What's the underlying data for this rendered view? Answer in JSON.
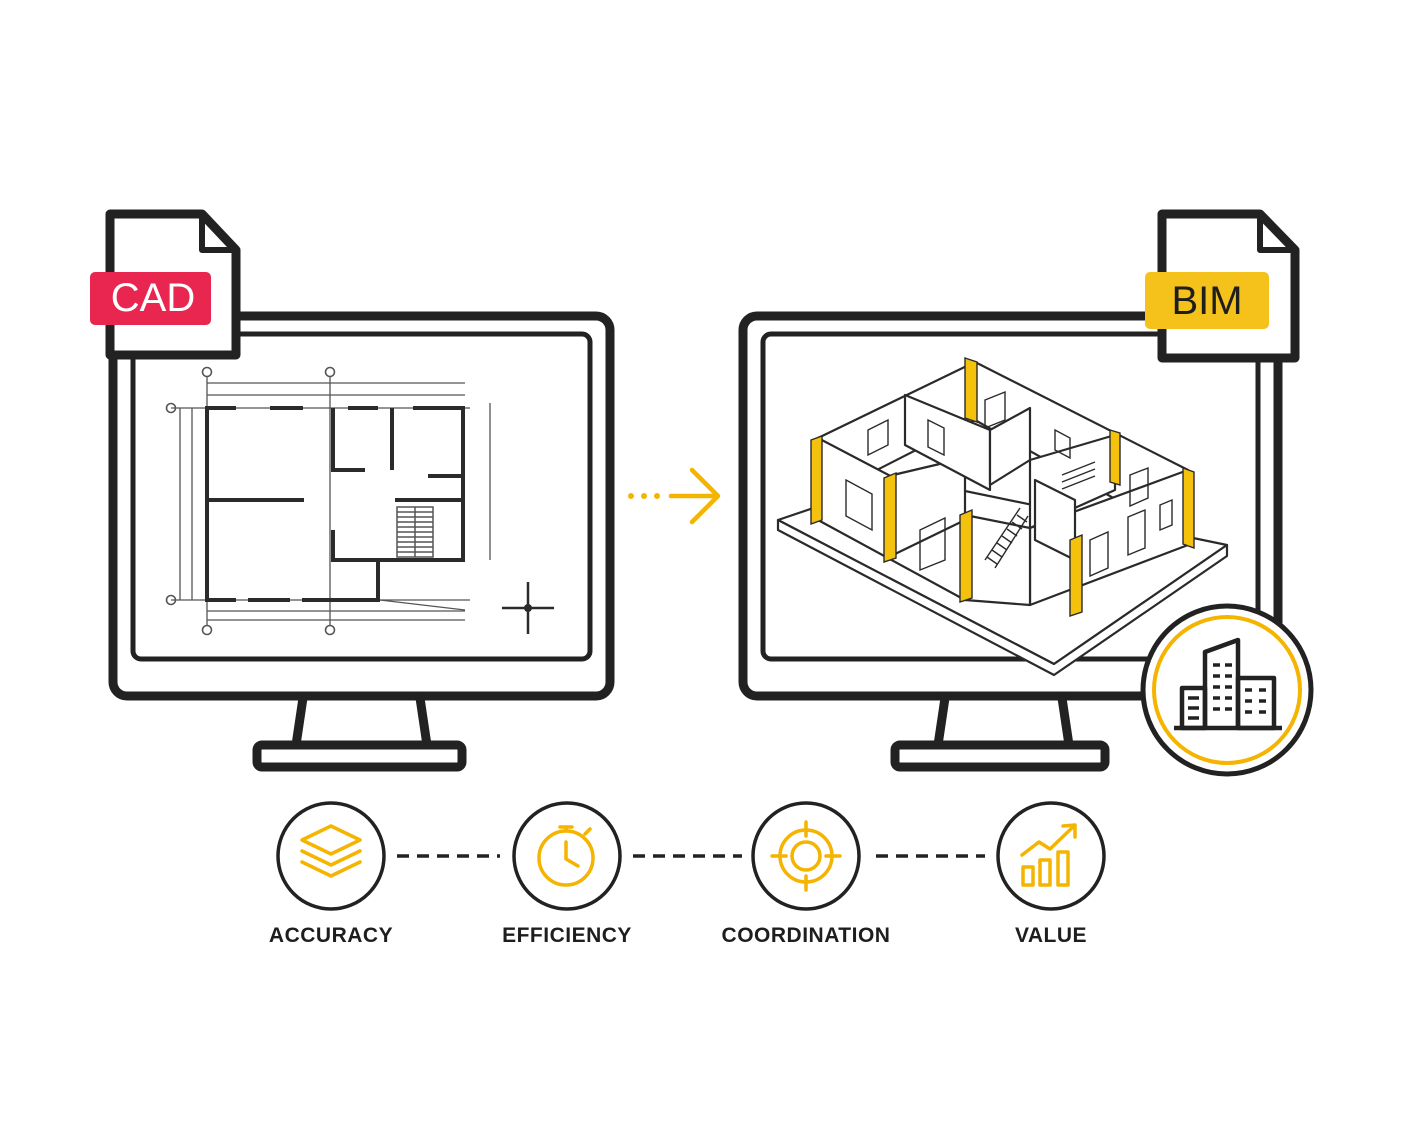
{
  "source_format": {
    "label": "CAD",
    "badge_color": "#e8264f"
  },
  "target_format": {
    "label": "BIM",
    "badge_color": "#f5c21b"
  },
  "accent_color": "#f4b400",
  "line_color": "#222222",
  "benefits": [
    {
      "label": "ACCURACY",
      "icon": "layers-icon"
    },
    {
      "label": "EFFICIENCY",
      "icon": "stopwatch-icon"
    },
    {
      "label": "COORDINATION",
      "icon": "target-icon"
    },
    {
      "label": "VALUE",
      "icon": "growth-chart-icon"
    }
  ],
  "building_badge_icon": "buildings-icon"
}
